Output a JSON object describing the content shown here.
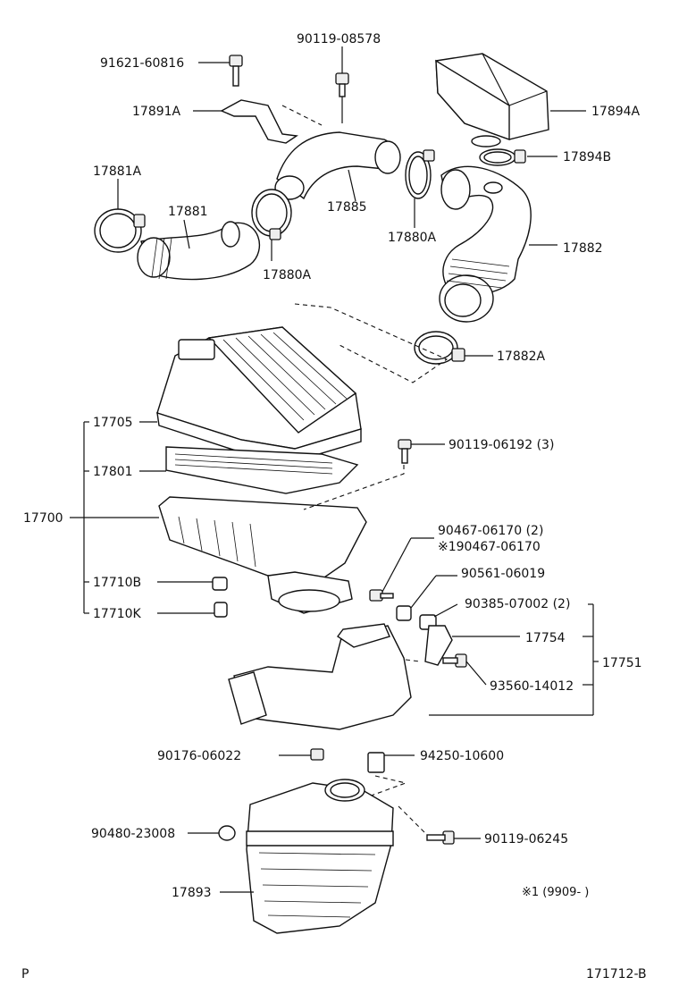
{
  "labels": {
    "l_90119_08578": "90119-08578",
    "l_91621_60816": "91621-60816",
    "l_17891A": "17891A",
    "l_17894A": "17894A",
    "l_17894B": "17894B",
    "l_17881A": "17881A",
    "l_17881": "17881",
    "l_17885": "17885",
    "l_17880A_a": "17880A",
    "l_17880A_b": "17880A",
    "l_17882": "17882",
    "l_17882A": "17882A",
    "l_17705": "17705",
    "l_17801": "17801",
    "l_17700": "17700",
    "l_17710B": "17710B",
    "l_17710K": "17710K",
    "l_90119_06192": "90119-06192 (3)",
    "l_90467_06170": "90467-06170 (2)",
    "l_190467_06170": "※190467-06170",
    "l_90561_06019": "90561-06019",
    "l_90385_07002": "90385-07002 (2)",
    "l_17754": "17754",
    "l_17751": "17751",
    "l_93560_14012": "93560-14012",
    "l_90176_06022": "90176-06022",
    "l_94250_10600": "94250-10600",
    "l_90480_23008": "90480-23008",
    "l_90119_06245": "90119-06245",
    "l_17893": "17893",
    "note": "※1  (9909-       )",
    "corner_left": "P",
    "corner_right": "171712-B"
  }
}
